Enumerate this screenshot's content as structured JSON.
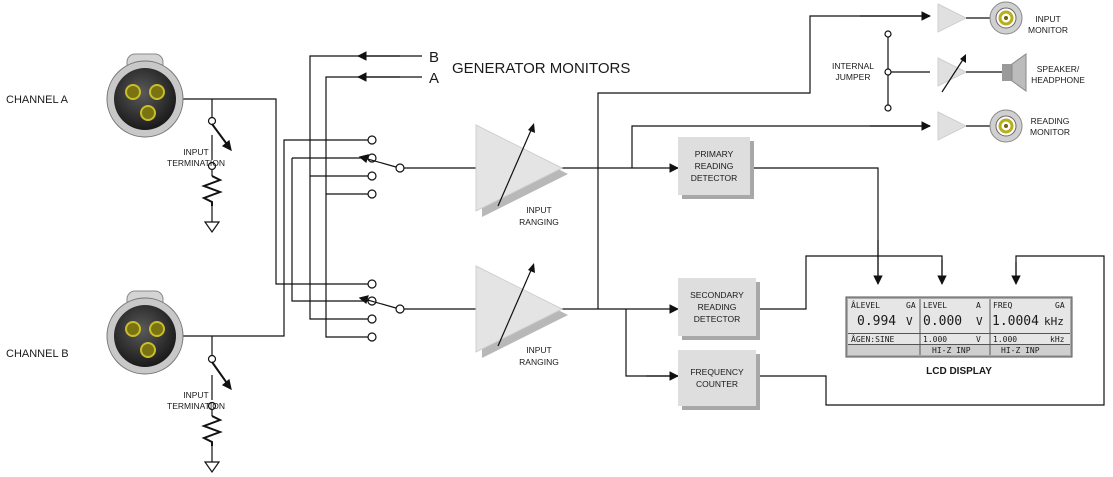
{
  "labels": {
    "channel_a": "CHANNEL A",
    "channel_b": "CHANNEL B",
    "gen_b": "B",
    "gen_a": "A",
    "generator_monitors": "GENERATOR MONITORS",
    "input_termination_1": "INPUT",
    "input_termination_2": "TERMINATION",
    "input_ranging_1": "INPUT",
    "input_ranging_2": "RANGING",
    "primary_detector": [
      "PRIMARY",
      "READING",
      "DETECTOR"
    ],
    "secondary_detector": [
      "SECONDARY",
      "READING",
      "DETECTOR"
    ],
    "frequency_counter": [
      "FREQUENCY",
      "COUNTER"
    ],
    "internal_jumper": [
      "INTERNAL",
      "JUMPER"
    ],
    "input_monitor": [
      "INPUT",
      "MONITOR"
    ],
    "speaker_headphone": [
      "SPEAKER/",
      "HEADPHONE"
    ],
    "reading_monitor": [
      "READING",
      "MONITOR"
    ],
    "lcd_display": "LCD DISPLAY"
  },
  "lcd": {
    "row1": {
      "c1_head": "ÂLEVEL",
      "c1_unit_head": "GA",
      "c1_value": "0.994",
      "c1_unit": "V",
      "c2_head": "LEVEL",
      "c2_unit_head": "A",
      "c2_value": "0.000",
      "c2_unit": "V",
      "c3_head": "FREQ",
      "c3_unit_head": "GA",
      "c3_value": "1.0004",
      "c3_unit": "kHz"
    },
    "row2": {
      "c1": "ÂGEN:SINE",
      "c2_value": "1.000",
      "c2_unit": "V",
      "c3_value": "1.000",
      "c3_unit": "kHz"
    },
    "row3": {
      "c2": "HI-Z INP",
      "c3": "HI-Z INP"
    }
  }
}
